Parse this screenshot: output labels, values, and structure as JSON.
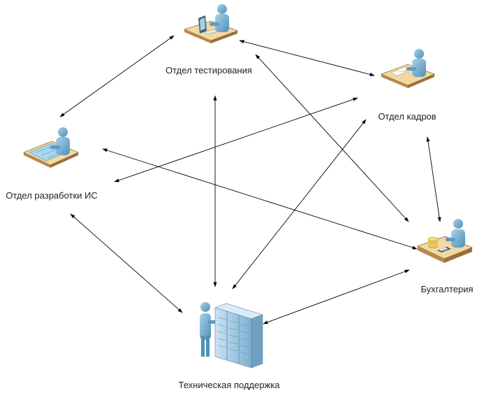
{
  "nodes": {
    "testing": {
      "label": "Отдел тестирования",
      "icon": "person-at-computer-desk-icon"
    },
    "hr": {
      "label": "Отдел кадров",
      "icon": "person-at-desk-with-papers-icon"
    },
    "dev": {
      "label": "Отдел разработки ИС",
      "icon": "person-at-drafting-desk-icon"
    },
    "accounting": {
      "label": "Бухгалтерия",
      "icon": "person-at-desk-with-coins-calculator-icon"
    },
    "support": {
      "label": "Техническая поддержка",
      "icon": "person-with-server-racks-icon"
    }
  },
  "edges": [
    {
      "from": "testing",
      "to": "hr",
      "arrows": "both"
    },
    {
      "from": "testing",
      "to": "dev",
      "arrows": "both"
    },
    {
      "from": "testing",
      "to": "support",
      "arrows": "both"
    },
    {
      "from": "testing",
      "to": "accounting",
      "arrows": "both"
    },
    {
      "from": "hr",
      "to": "dev",
      "arrows": "both"
    },
    {
      "from": "hr",
      "to": "support",
      "arrows": "both"
    },
    {
      "from": "hr",
      "to": "accounting",
      "arrows": "both"
    },
    {
      "from": "dev",
      "to": "accounting",
      "arrows": "both"
    },
    {
      "from": "dev",
      "to": "support",
      "arrows": "both"
    },
    {
      "from": "support",
      "to": "accounting",
      "arrows": "both"
    }
  ],
  "colors": {
    "desk_top": "#f2d9a2",
    "desk_side": "#b8894a",
    "person": "#6fa8c8",
    "person_dark": "#3f7fa5",
    "server": "#9ec4de",
    "edge": "#000000"
  }
}
